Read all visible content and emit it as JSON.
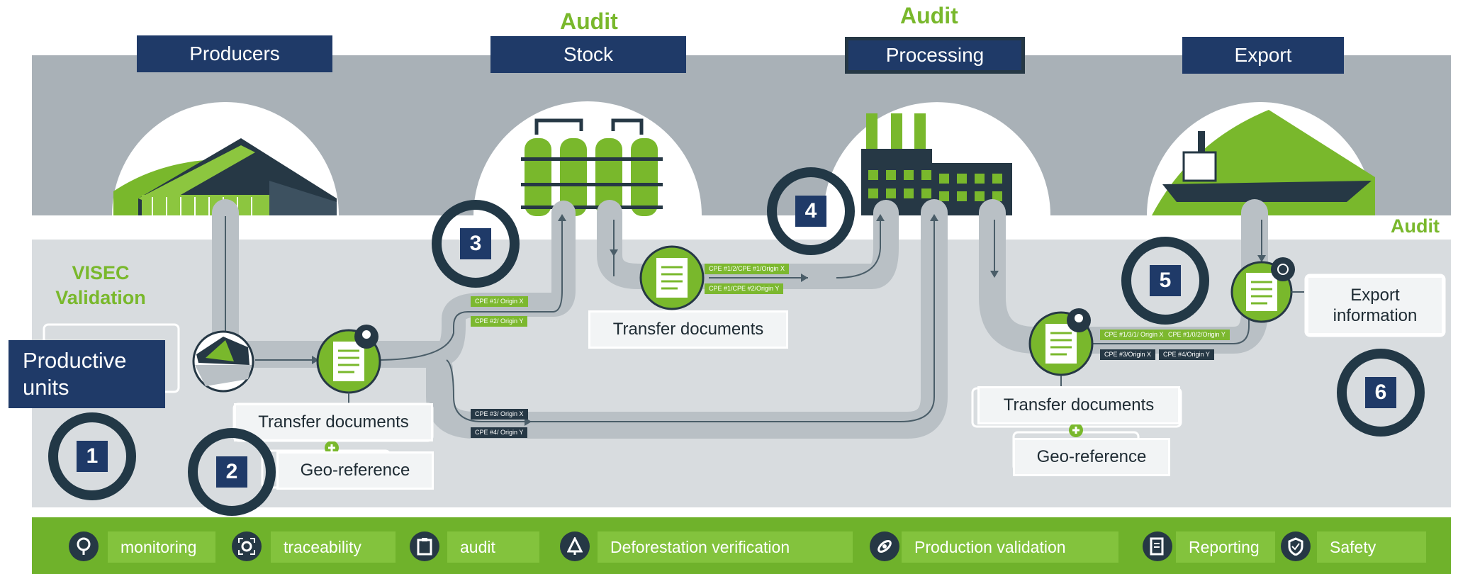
{
  "stages": {
    "producers": "Producers",
    "stock": "Stock",
    "processing": "Processing",
    "export": "Export"
  },
  "audit_labels": {
    "stock": "Audit",
    "processing": "Audit",
    "export": "Audit"
  },
  "visec": "VISEC\nValidation",
  "productive_units": "Productive\nunits",
  "documents": {
    "transfer_1": "Transfer documents",
    "georef_1": "Geo-reference",
    "transfer_stock": "Transfer documents",
    "transfer_processing": "Transfer documents",
    "georef_processing": "Geo-reference",
    "export_info": "Export\ninformation"
  },
  "steps": [
    "1",
    "2",
    "3",
    "4",
    "5",
    "6"
  ],
  "tags": {
    "producer_green": [
      "CPE #1/ Origin X",
      "CPE #2/ Origin Y"
    ],
    "producer_dark": [
      "CPE #3/ Origin X",
      "CPE #4/ Origin Y"
    ],
    "stock_green": [
      "CPE #1/2/CPE #1/Origin X",
      "CPE #1/CPE #2/Origin Y"
    ],
    "processing_green": [
      "CPE #1/3/1/ Origin X",
      "CPE #1/0/2/Origin Y"
    ],
    "processing_dark": [
      "CPE #3/Origin X",
      "CPE #4/Origin Y"
    ]
  },
  "legend": [
    {
      "icon": "pin-icon",
      "label": "monitoring"
    },
    {
      "icon": "target-scan-icon",
      "label": "traceability"
    },
    {
      "icon": "clipboard-icon",
      "label": "audit"
    },
    {
      "icon": "tree-icon",
      "label": "Deforestation verification"
    },
    {
      "icon": "satellite-icon",
      "label": "Production validation"
    },
    {
      "icon": "report-icon",
      "label": "Reporting"
    },
    {
      "icon": "shield-check-icon",
      "label": "Safety"
    }
  ],
  "colors": {
    "navy": "#1f3a68",
    "dark_slate": "#263845",
    "green": "#79b82c",
    "top_band": "#a8b0b6",
    "bottom_band": "#d6dadd",
    "legend_bg": "#6fb22b"
  }
}
